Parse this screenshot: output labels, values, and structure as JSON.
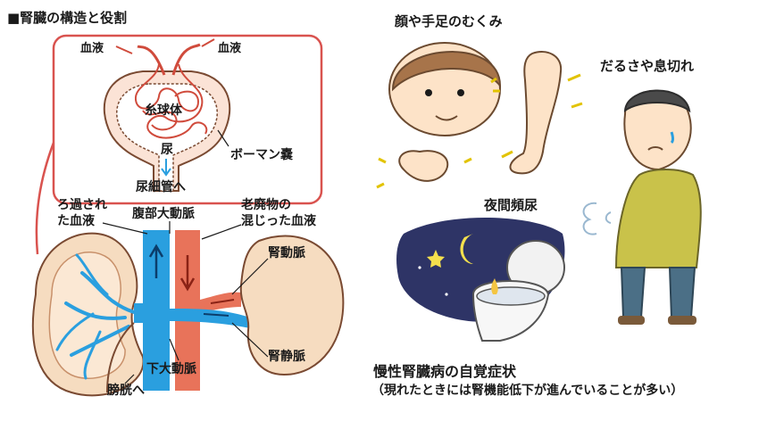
{
  "diagram": {
    "title": "■腎臓の構造と役割",
    "inset": {
      "blood_left": "血液",
      "blood_right": "血液",
      "glomerulus": "糸球体",
      "urine": "尿",
      "bowman": "ボーマン嚢",
      "tubule": "尿細管へ"
    },
    "kidney": {
      "filtered_blood_1": "ろ過され",
      "filtered_blood_2": "た血液",
      "abdominal_artery": "腹部大動脈",
      "waste_blood_1": "老廃物の",
      "waste_blood_2": "混じった血液",
      "renal_artery": "腎動脈",
      "renal_vein": "腎静脈",
      "inferior_artery": "下大動脈",
      "to_bladder": "膀胱へ"
    }
  },
  "symptoms": {
    "swelling": "顔や手足のむくみ",
    "fatigue": "だるさや息切れ",
    "nocturia": "夜間頻尿",
    "title": "慢性腎臓病の自覚症状",
    "note": "（現れたときには腎機能低下が進んでいることが多い）"
  },
  "colors": {
    "inset_border": "#d9534f",
    "kidney_fill": "#f6dcc0",
    "artery": "#e8735a",
    "vein": "#2a9fdf",
    "night": "#2e3466"
  }
}
